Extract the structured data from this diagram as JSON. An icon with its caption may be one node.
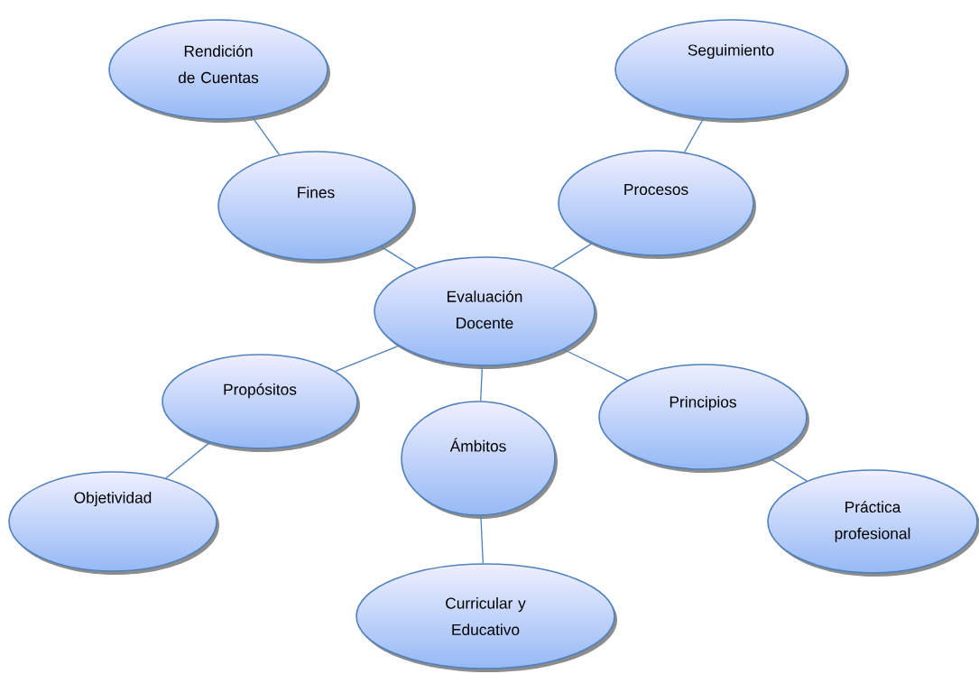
{
  "diagram": {
    "nodes": [
      {
        "text": [
          "Rendición de Cuentas"
        ]
      },
      {
        "text": [
          "Seguimiento"
        ]
      },
      {
        "text": [
          "Fines"
        ]
      },
      {
        "text": [
          "Procesos"
        ]
      },
      {
        "text": [
          "Evaluación Docente"
        ]
      },
      {
        "text": [
          "Propósitos"
        ]
      },
      {
        "text": [
          "Principios"
        ]
      },
      {
        "text": [
          "Ámbitos"
        ]
      },
      {
        "text": [
          "Objetividad"
        ]
      },
      {
        "text": [
          "Práctica profesional"
        ]
      },
      {
        "text": [
          "Curricular y Educativo"
        ]
      }
    ],
    "edges": [
      {
        "from": 0,
        "to": 2,
        "arrow": "none"
      },
      {
        "from": 1,
        "to": 3,
        "arrow": "none"
      },
      {
        "from": 2,
        "to": 4,
        "arrow": "none"
      },
      {
        "from": 3,
        "to": 4,
        "arrow": "none"
      },
      {
        "from": 4,
        "to": 5,
        "arrow": "none"
      },
      {
        "from": 4,
        "to": 6,
        "arrow": "none"
      },
      {
        "from": 4,
        "to": 7,
        "arrow": "none"
      },
      {
        "from": 5,
        "to": 8,
        "arrow": "none"
      },
      {
        "from": 6,
        "to": 9,
        "arrow": "none"
      },
      {
        "from": 7,
        "to": 10,
        "arrow": "none"
      }
    ]
  }
}
